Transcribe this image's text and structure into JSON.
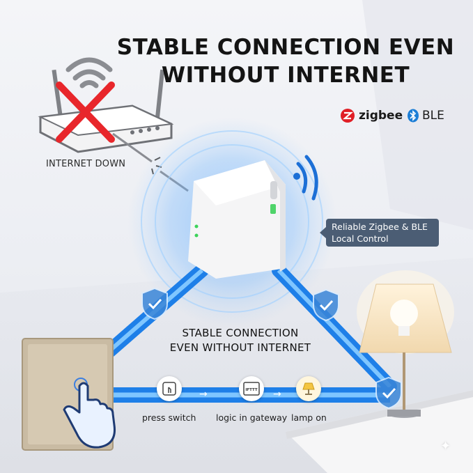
{
  "headline": {
    "line1": "STABLE CONNECTION EVEN",
    "line2": "WITHOUT INTERNET"
  },
  "protocols": {
    "zigbee_label": "zigbee",
    "ble_label": "BLE",
    "zigbee_color": "#e01f26",
    "ble_color": "#1c7ed6"
  },
  "router": {
    "status_label": "INTERNET DOWN",
    "cross_color": "#e8262b"
  },
  "gateway": {
    "callout_line1": "Reliable Zigbee & BLE",
    "callout_line2": "Local Control",
    "led_color": "#3cd35a"
  },
  "connection": {
    "line1": "STABLE CONNECTION",
    "line2": "EVEN WITHOUT INTERNET",
    "beam_color": "#1e90ff"
  },
  "steps": [
    {
      "label": "press switch",
      "icon": "press-switch-icon"
    },
    {
      "label": "logic in gateway",
      "icon": "ifttt-icon",
      "icon_text": "IFTTT"
    },
    {
      "label": "lamp on",
      "icon": "lamp-icon"
    }
  ]
}
